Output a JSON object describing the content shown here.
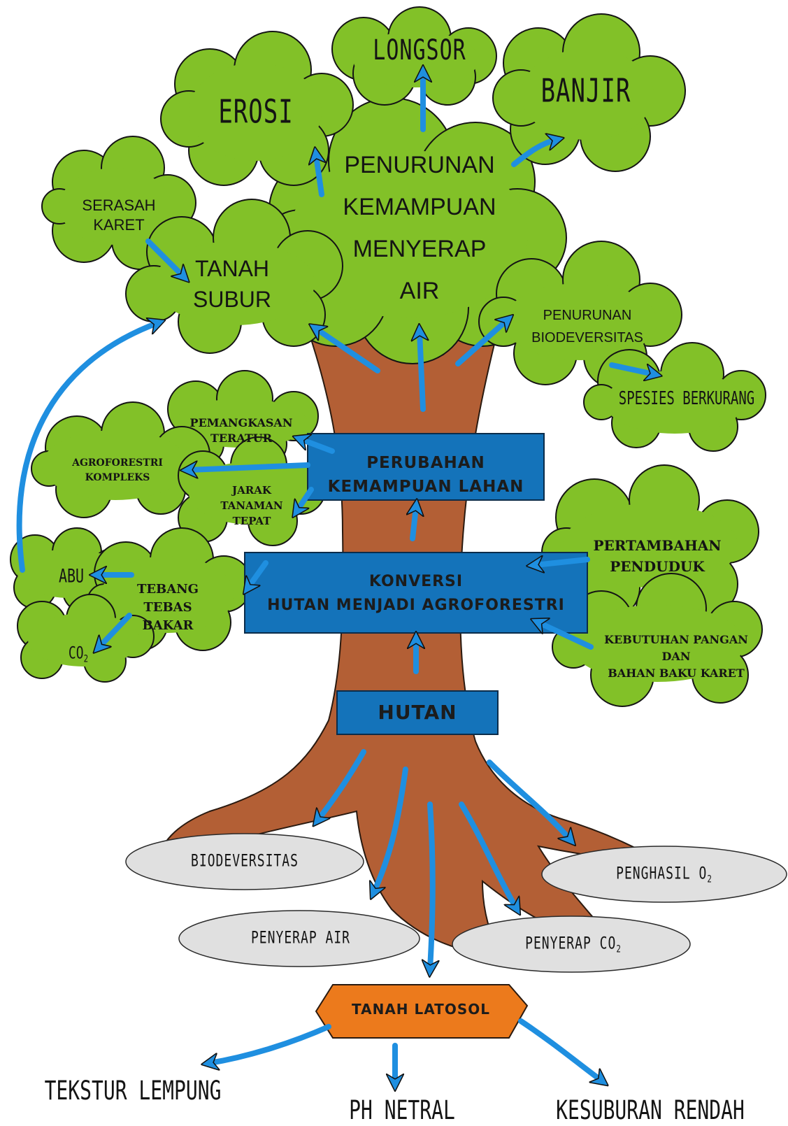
{
  "colors": {
    "leaf": "#82c128",
    "trunk": "#b35f35",
    "box": "#1473ba",
    "arrow": "#1f8fe0",
    "ellipse": "#e0e0e0",
    "hexagon": "#ec7a1c"
  },
  "canopy": {
    "longsor": "LONGSOR",
    "banjir": "BANJIR",
    "erosi": "EROSI",
    "penurunan_air": [
      "PENURUNAN",
      "KEMAMPUAN",
      "MENYERAP",
      "AIR"
    ],
    "serasah": [
      "SERASAH",
      "KARET"
    ],
    "tanah_subur": [
      "TANAH",
      "SUBUR"
    ],
    "penurunan_bio": [
      "PENURUNAN",
      "BIODEVERSITAS"
    ],
    "spesies": "SPESIES BERKURANG"
  },
  "management": {
    "pemangkasan": [
      "PEMANGKASAN",
      "TERATUR"
    ],
    "agroforestri": [
      "AGROFORESTRI",
      "KOMPLEKS"
    ],
    "jarak": [
      "JARAK",
      "TANAMAN",
      "TEPAT"
    ]
  },
  "boxes": {
    "perubahan": [
      "PERUBAHAN",
      "KEMAMPUAN LAHAN"
    ],
    "konversi": [
      "KONVERSI",
      "HUTAN MENJADI AGROFORESTRI"
    ],
    "hutan": "HUTAN"
  },
  "drivers": {
    "pertambahan": [
      "PERTAMBAHAN",
      "PENDUDUK"
    ],
    "kebutuhan": [
      "KEBUTUHAN PANGAN",
      "DAN",
      "BAHAN BAKU KARET"
    ]
  },
  "burning": {
    "abu": "ABU",
    "tebang": [
      "TEBANG",
      "TEBAS",
      "BAKAR"
    ],
    "co2_base": "CO",
    "co2_sub": "2"
  },
  "roots": {
    "biodeversitas": "BIODEVERSITAS",
    "penghasil_base": "PENGHASIL O",
    "penghasil_sub": "2",
    "penyerap_air": "PENYERAP AIR",
    "penyerap_co2_base": "PENYERAP CO",
    "penyerap_co2_sub": "2"
  },
  "soil": {
    "hex": "TANAH LATOSOL",
    "tekstur": "TEKSTUR LEMPUNG",
    "ph": "PH NETRAL",
    "kesuburan": "KESUBURAN RENDAH"
  }
}
